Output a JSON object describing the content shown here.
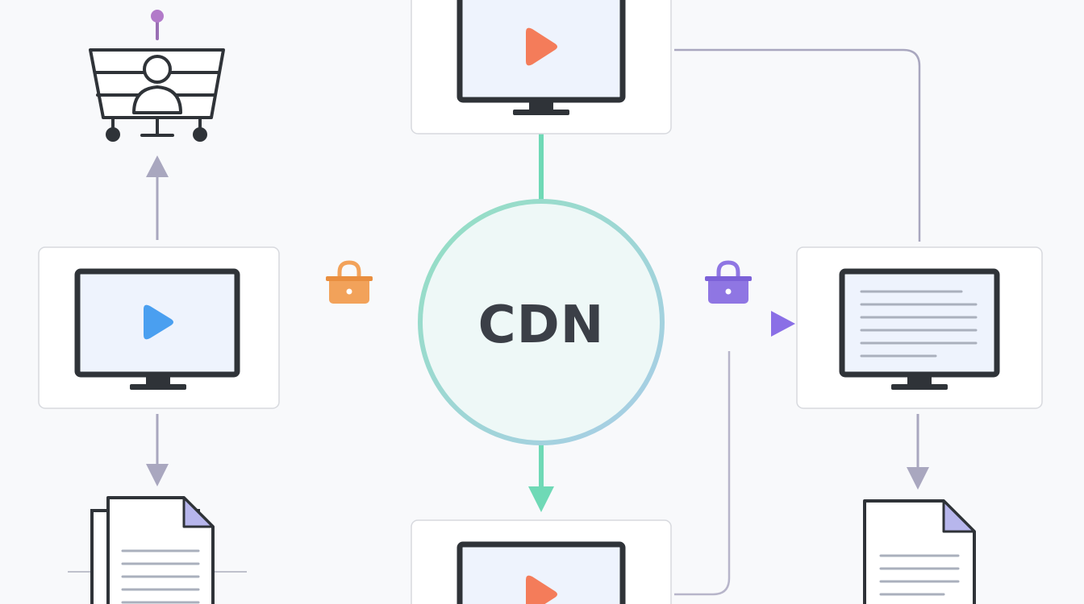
{
  "center_node": {
    "label": "CDN"
  },
  "nodes": [
    {
      "id": "top-monitor",
      "content": "video-play",
      "accent": "#f47c5a"
    },
    {
      "id": "left-monitor",
      "content": "video-play",
      "accent": "#4a9ff0"
    },
    {
      "id": "right-monitor",
      "content": "text-document",
      "accent": "#aab0bd"
    },
    {
      "id": "bottom-monitor",
      "content": "video-play",
      "accent": "#f47c5a"
    }
  ],
  "icons": {
    "cart": "shopping-cart-user-icon",
    "lock_left": "padlock-icon",
    "lock_right": "padlock-icon",
    "doc_left": "document-stack-icon",
    "doc_right": "document-icon"
  },
  "colors": {
    "background": "#f8f9fb",
    "card_border": "#d7d9de",
    "monitor_frame": "#2f3338",
    "screen_fill": "#eef3fd",
    "teal": "#6fd9b6",
    "purple": "#8a7be8",
    "gray_connector": "#a9a7bf",
    "lock_orange": "#f2a25a",
    "lock_purple": "#8f76e3",
    "cdn_ring": "#9fdccf",
    "cdn_fill": "#eef8f7"
  }
}
